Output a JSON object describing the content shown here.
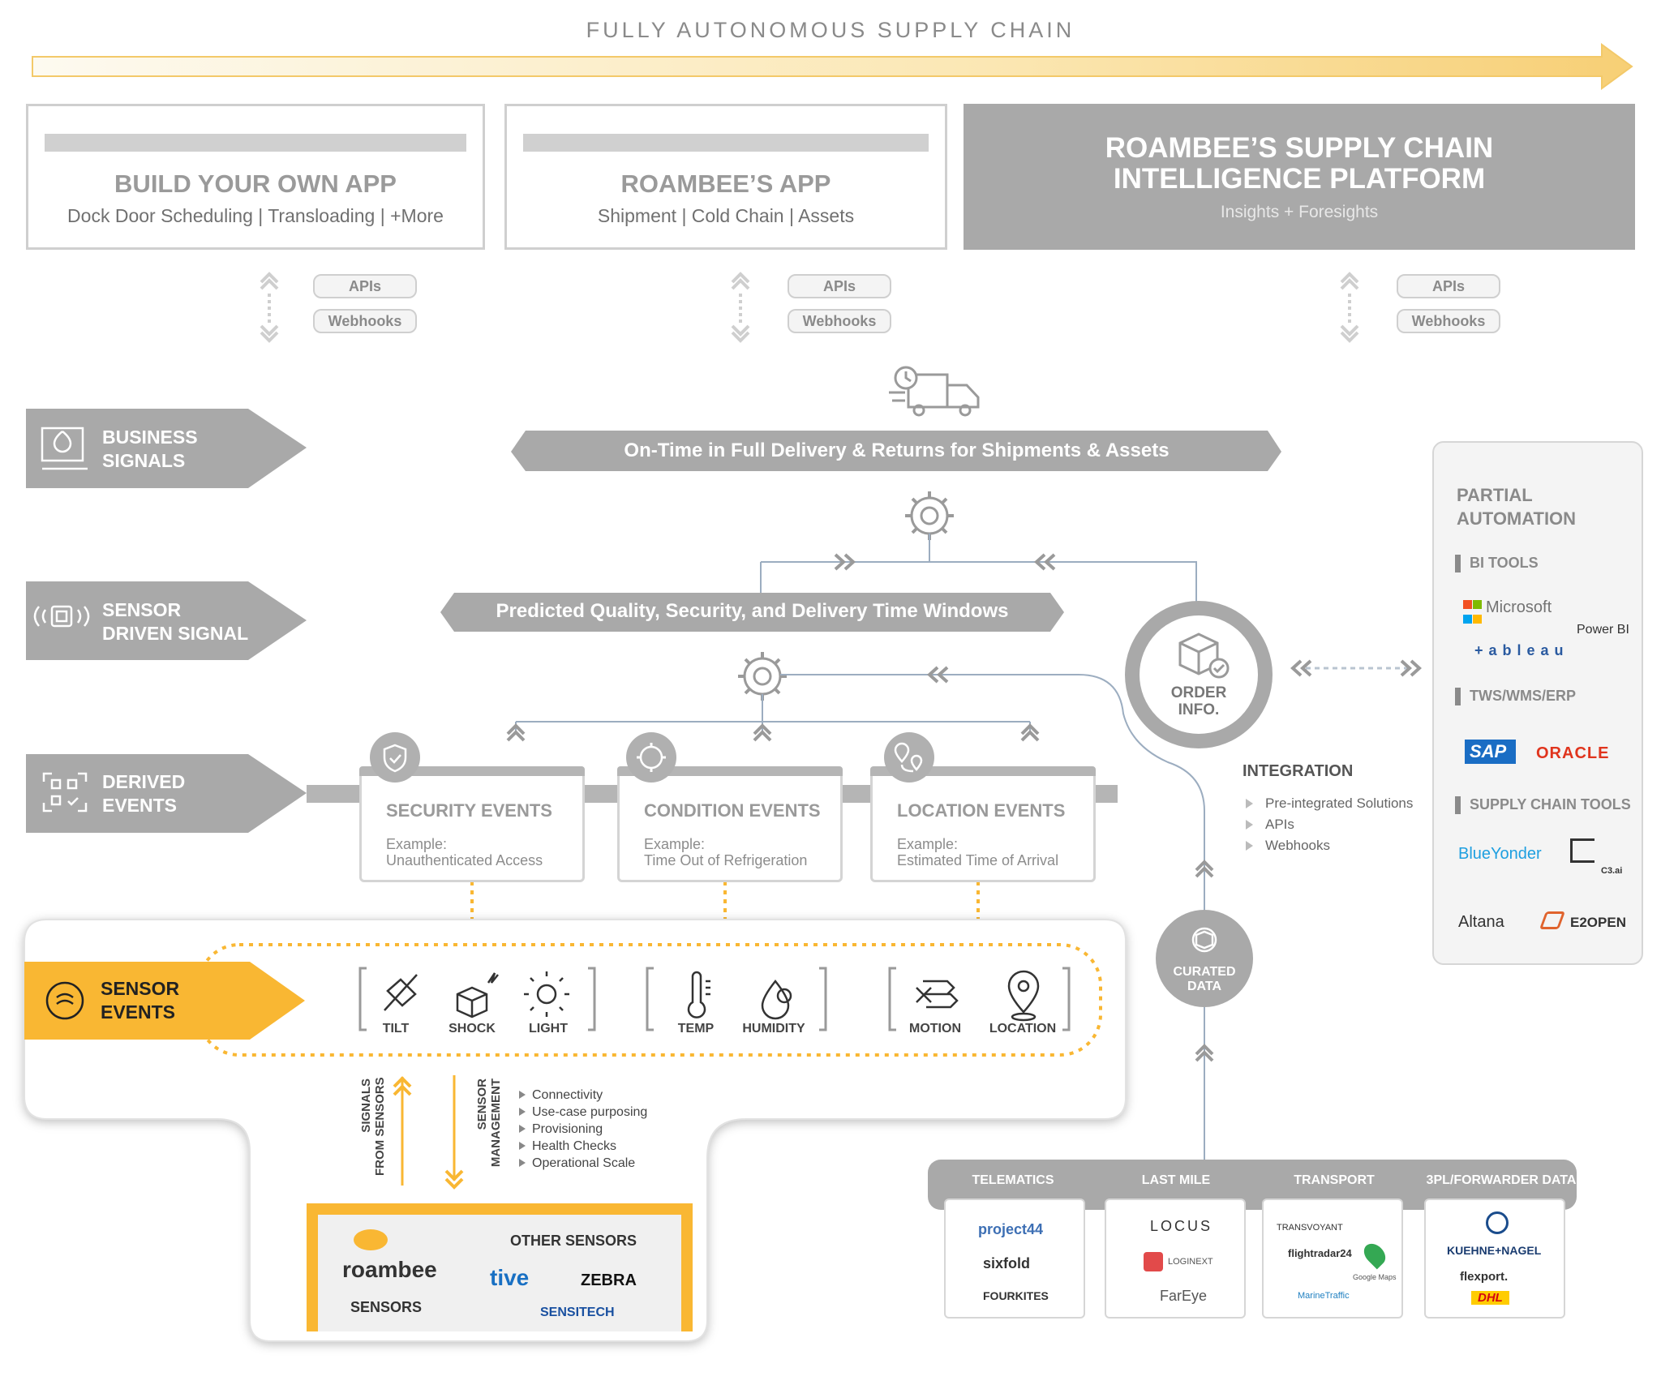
{
  "top_title": "FULLY AUTONOMOUS SUPPLY CHAIN",
  "apps": [
    {
      "title": "BUILD YOUR OWN APP",
      "sub": "Dock Door Scheduling | Transloading | +More"
    },
    {
      "title": "ROAMBEE’S APP",
      "sub": "Shipment | Cold Chain | Assets"
    }
  ],
  "platform": {
    "line1": "ROAMBEE’S SUPPLY CHAIN",
    "line2": "INTELLIGENCE PLATFORM",
    "sub": "Insights + Foresights"
  },
  "connectors": {
    "apis": "APIs",
    "webhooks": "Webhooks"
  },
  "signals": {
    "business": [
      "BUSINESS",
      "SIGNALS"
    ],
    "sensor": [
      "SENSOR",
      "DRIVEN SIGNAL"
    ],
    "derived": [
      "DERIVED",
      "EVENTS"
    ],
    "sensor_events": [
      "SENSOR",
      "EVENTS"
    ]
  },
  "bands": {
    "business": "On-Time in Full Delivery & Returns for Shipments & Assets",
    "sensor": "Predicted Quality, Security, and Delivery Time Windows"
  },
  "order_info": [
    "ORDER",
    "INFO."
  ],
  "curated": [
    "CURATED",
    "DATA"
  ],
  "events": [
    {
      "title": "SECURITY EVENTS",
      "ex1": "Example:",
      "ex2": "Unauthenticated Access"
    },
    {
      "title": "CONDITION EVENTS",
      "ex1": "Example:",
      "ex2": "Time Out of Refrigeration"
    },
    {
      "title": "LOCATION EVENTS",
      "ex1": "Example:",
      "ex2": "Estimated Time of Arrival"
    }
  ],
  "sensors": [
    "TILT",
    "SHOCK",
    "LIGHT",
    "TEMP",
    "HUMIDITY",
    "MOTION",
    "LOCATION"
  ],
  "integration": {
    "title": "INTEGRATION",
    "items": [
      "Pre-integrated Solutions",
      "APIs",
      "Webhooks"
    ]
  },
  "partial": {
    "title": [
      "PARTIAL",
      "AUTOMATION"
    ],
    "bi": "BI TOOLS",
    "tws": "TWS/WMS/ERP",
    "sct": "SUPPLY CHAIN TOOLS",
    "logos": {
      "microsoft": "Microsoft",
      "powerbi": "Power BI",
      "tableau": "+ a b l e a u",
      "sap": "SAP",
      "oracle": "ORACLE",
      "blueyonder": "BlueYonder",
      "c3": "C3.ai",
      "altana": "Altana",
      "e2open": "E2OPEN"
    }
  },
  "signals_from": [
    "SIGNALS",
    "FROM SENSORS"
  ],
  "sensor_mgmt": [
    "SENSOR",
    "MANAGEMENT"
  ],
  "mgmt_items": [
    "Connectivity",
    "Use-case purposing",
    "Provisioning",
    "Health Checks",
    "Operational Scale"
  ],
  "roambee": {
    "logo": "roambee",
    "label": "SENSORS"
  },
  "other": {
    "title": "OTHER SENSORS",
    "tive": "tive",
    "zebra": "ZEBRA",
    "sensitech": "SENSITECH"
  },
  "sources": [
    {
      "head": "TELEMATICS",
      "logos": [
        "project44",
        "sixfold",
        "FOURKITES"
      ]
    },
    {
      "head": "LAST MILE",
      "logos": [
        "LOCUS",
        "LOGINEXT",
        "FarEye"
      ]
    },
    {
      "head": "TRANSPORT",
      "logos": [
        "TRANSVOYANT",
        "flightradar24",
        "Google Maps",
        "MarineTraffic"
      ]
    },
    {
      "head": "3PL/FORWARDER DATA",
      "logos": [
        "KUEHNE+NAGEL",
        "flexport.",
        "DHL"
      ]
    }
  ],
  "colors": {
    "accent": "#f9b733",
    "gray": "#a9a9a9",
    "dark_gray": "#8a8a8a"
  }
}
